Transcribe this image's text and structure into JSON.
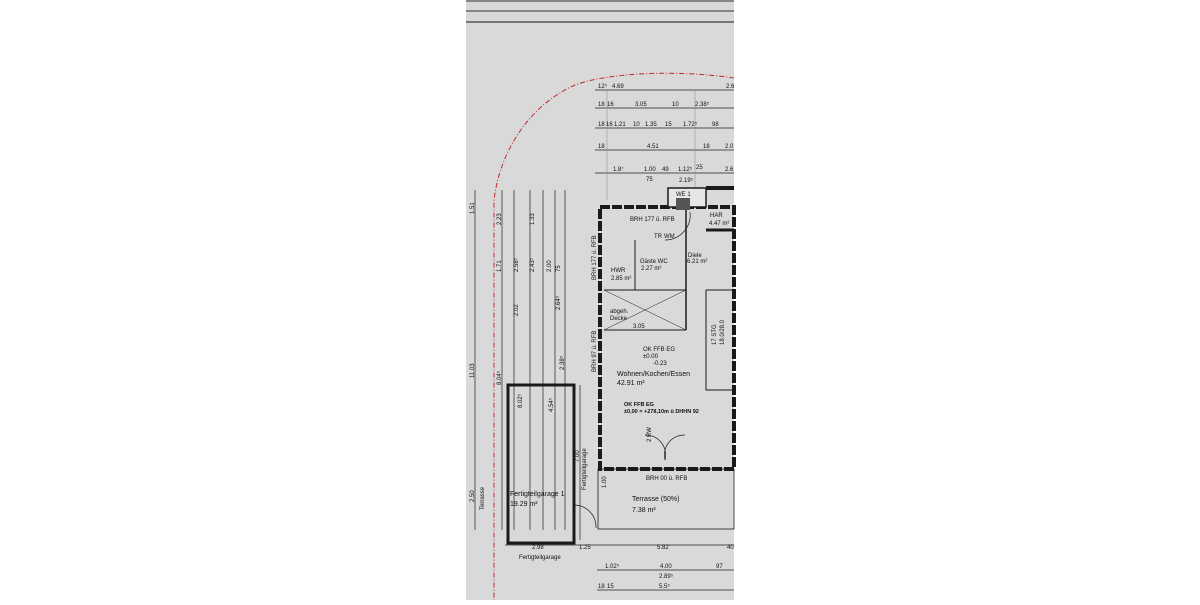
{
  "colors": {
    "sheet_background": "#d9d9d9",
    "page_background": "#ffffff",
    "property_line": "#c0282d",
    "walls": "#1a1a1a"
  },
  "top_dimensions": {
    "row1": [
      "4.69",
      "2.6"
    ],
    "row2": [
      "18",
      "16",
      "3.05",
      "10",
      "2.38⁵"
    ],
    "row3": [
      "18",
      "16",
      "1.21",
      "10",
      "1.35",
      "15",
      "1.72⁵",
      "98"
    ],
    "row4": [
      "18",
      "4.51",
      "18",
      "2.0"
    ],
    "row5": [
      "1.8⁷",
      "1.00",
      "49",
      "1.12⁵",
      "25",
      "2.6",
      "75",
      "2.19⁵"
    ]
  },
  "left_dimensions": [
    "1.51",
    "2.23",
    "11.03",
    "2.50",
    "Terrasse",
    "1.71",
    "2.58⁵",
    "2.02",
    "2.43⁵",
    "2.00",
    "1.33",
    "75",
    "2.64⁵",
    "8.04⁵",
    "8.02⁵",
    "4.54⁵",
    "2.38⁵"
  ],
  "rooms": {
    "we1": "WE 1",
    "har": {
      "name": "HAR",
      "area": "4.47 m²"
    },
    "brh_top": "BRH 177 ü. RFB",
    "brh_left": "BRH 177 ü. RFB",
    "brh_left2": "BRH 97 ü. RFB",
    "tr": "TR",
    "wm": "WM",
    "diele": {
      "name": "Diele",
      "area": "6.21 m²"
    },
    "gaeste_wc": {
      "name": "Gäste WC",
      "area": "2.27 m²"
    },
    "hwr": {
      "name": "HWR",
      "area": "2.85 m²"
    },
    "abgeh_decke": [
      "abgeh.",
      "Decke"
    ],
    "kitchen_dim": "3.05",
    "ok_ffb": [
      "OK FFB EG",
      "±0.00",
      "-0.23"
    ],
    "wohnen": {
      "name": "Wohnen/Kochen/Essen",
      "area": "42.91 m²"
    },
    "ok_ffb_ref": [
      "OK FFB EG",
      "±0,00 = +278,10m ü DHHN 92"
    ],
    "door_label": "2 RW",
    "brh_bottom": "BRH 00 ü. RFB",
    "terrasse": {
      "name": "Terrasse (50%)",
      "area": "7.38 m²"
    },
    "garage": {
      "name": "Fertigteilgarage 1",
      "area": "19.29 m²",
      "side_label": "Fertigteilgarage",
      "depth": "7.00"
    },
    "stair": [
      "17 STG",
      "18.0/28.0"
    ],
    "terrace_depth": "1.00"
  },
  "bottom_dimensions": {
    "row1": [
      "2.98",
      "1.25",
      "5.82",
      "40"
    ],
    "row1_label": "Fertigteilgarage",
    "row2": [
      "1.02⁵",
      "4.00",
      "97",
      "2.89⁵"
    ],
    "row3": [
      "18",
      "15",
      "5.5⁵"
    ]
  }
}
